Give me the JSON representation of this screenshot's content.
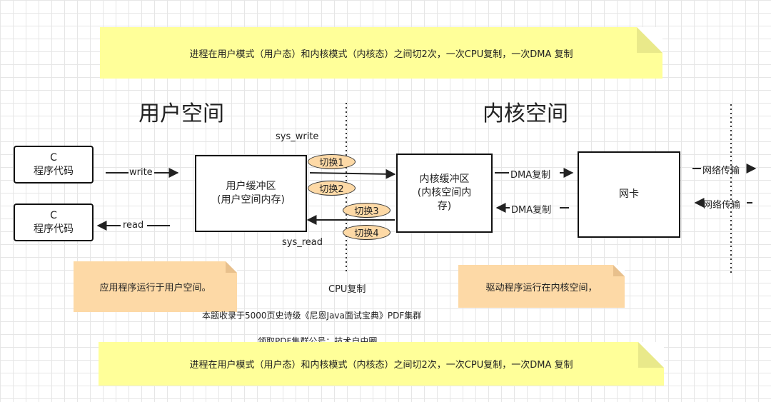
{
  "top_note": "进程在用户模式（用户态）和内核模式（内核态）之间切2次，一次CPU复制，一次DMA 复制",
  "bottom_note": "进程在用户模式（用户态）和内核模式（内核态）之间切2次，一次CPU复制，一次DMA 复制",
  "user_space_heading": "用户空间",
  "kernel_space_heading": "内核空间",
  "program_top": {
    "line1": "C",
    "line2": "程序代码"
  },
  "program_bottom": {
    "line1": "C",
    "line2": "程序代码"
  },
  "user_buffer": {
    "line1": "用户缓冲区",
    "line2": "(用户空间内存)"
  },
  "kernel_buffer": {
    "line1": "内核缓冲区",
    "line2": "(内核空间内",
    "line3": "存)"
  },
  "nic": "网卡",
  "write_label": "write",
  "read_label": "read",
  "sys_write": "sys_write",
  "sys_read": "sys_read",
  "switch_labels": [
    "切换1",
    "切换2",
    "切换3",
    "切换4"
  ],
  "dma_copy_out": "DMA复制",
  "dma_copy_in": "DMA复制",
  "net_out": "网络传输",
  "net_in": "网络传输",
  "cpu_copy": "CPU复制",
  "user_note": "应用程序运行于用户空间。",
  "kernel_note": "驱动程序运行在内核空间，",
  "caption1": "本题收录于5000页史诗级《尼恩Java面试宝典》PDF集群",
  "caption2": "领取PDF集群公号：技术自由圈",
  "colors": {
    "yellow_note": "#ffff99",
    "orange_note": "#fdd9a6",
    "grid": "#e6e6e6"
  }
}
